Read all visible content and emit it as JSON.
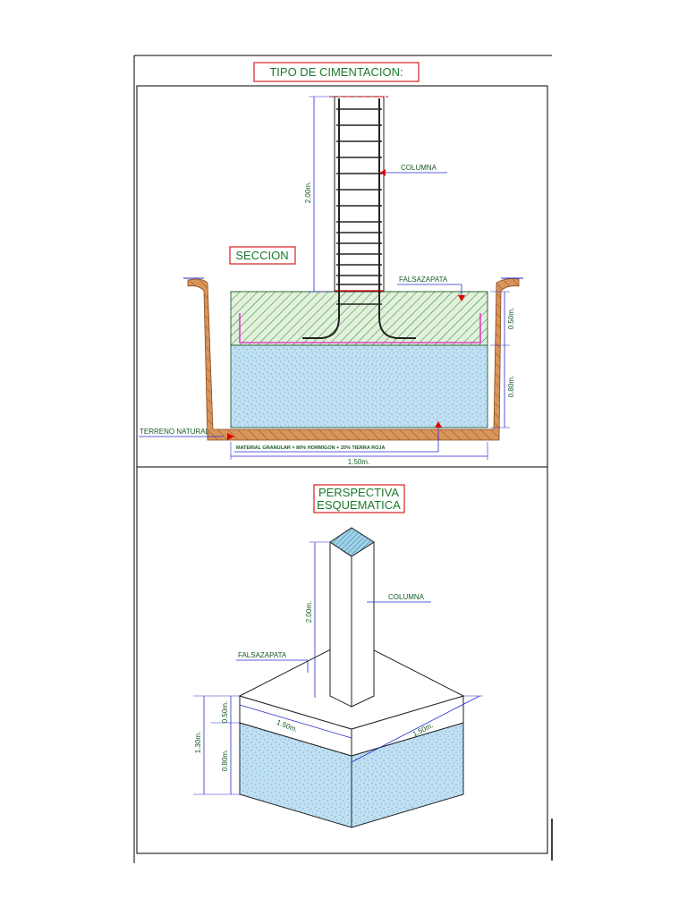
{
  "colors": {
    "title_text": "#1a7a2a",
    "title_border": "#d62020",
    "soil": "#c87e45",
    "concrete_hatch": "#2f8a3a",
    "gravel": "#b8dcf0",
    "rebar": "#222222",
    "stirrup_pink": "#e040c8",
    "dimension": "#2a2ad0",
    "arrow_red": "#e00000"
  },
  "page_title": "TIPO DE CIMENTACION:",
  "section": {
    "title": "SECCION",
    "label_columna": "COLUMNA",
    "label_falsazapata": "FALSAZAPATA",
    "label_terreno": "TERRENO NATURAL",
    "label_material": "MATERIAL GRANULAR = 80% HORMIGON + 20% TIERRA ROJA",
    "dim_column_height": "2.00m.",
    "dim_falsa_height": "0.50m.",
    "dim_material_height": "0.80m.",
    "dim_width": "1.50m."
  },
  "perspective": {
    "title_line1": "PERSPECTIVA",
    "title_line2": "ESQUEMATICA",
    "label_columna": "COLUMNA",
    "label_falsazapata": "FALSAZAPATA",
    "dim_column_height": "2.00m.",
    "dim_total_height": "1.30m.",
    "dim_top_height": "0.50m.",
    "dim_bottom_height": "0.80m.",
    "dim_front_width": "1.50m.",
    "dim_side_width": "1.50m."
  }
}
